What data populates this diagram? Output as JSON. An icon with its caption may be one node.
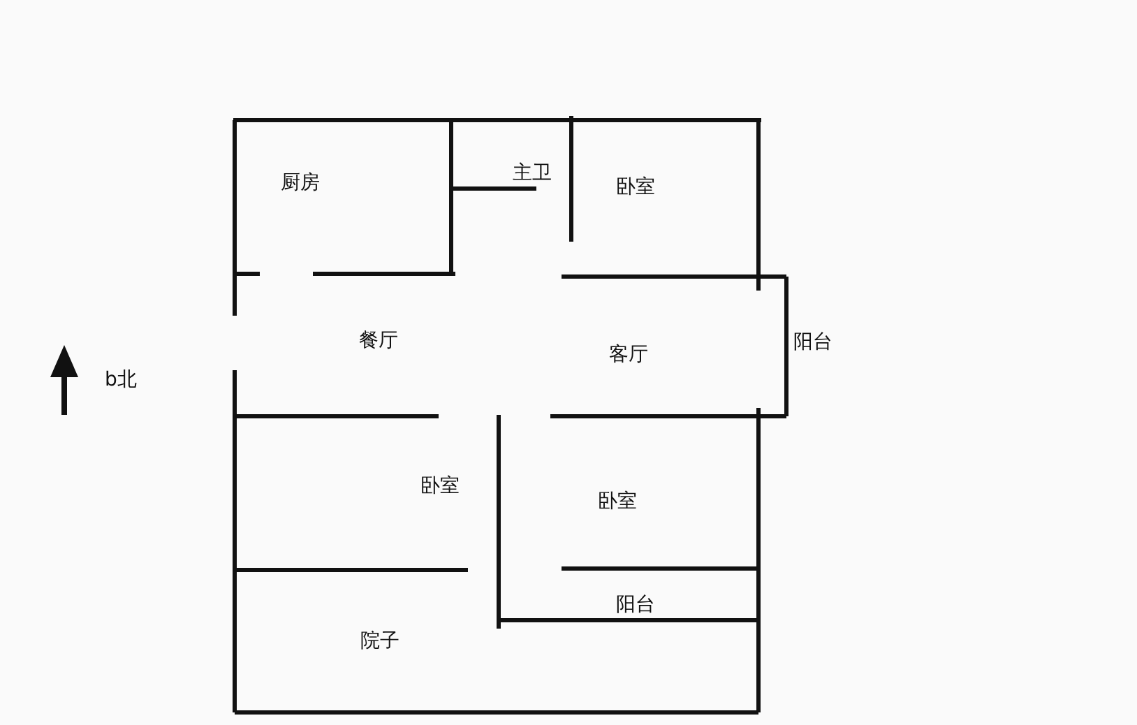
{
  "diagram": {
    "labels": [
      "主卫",
      "厨房",
      "卧室",
      "餐厅",
      "阳台",
      "客厅",
      "b北",
      "卧室",
      "卧室",
      "阳台",
      "院子"
    ]
  }
}
